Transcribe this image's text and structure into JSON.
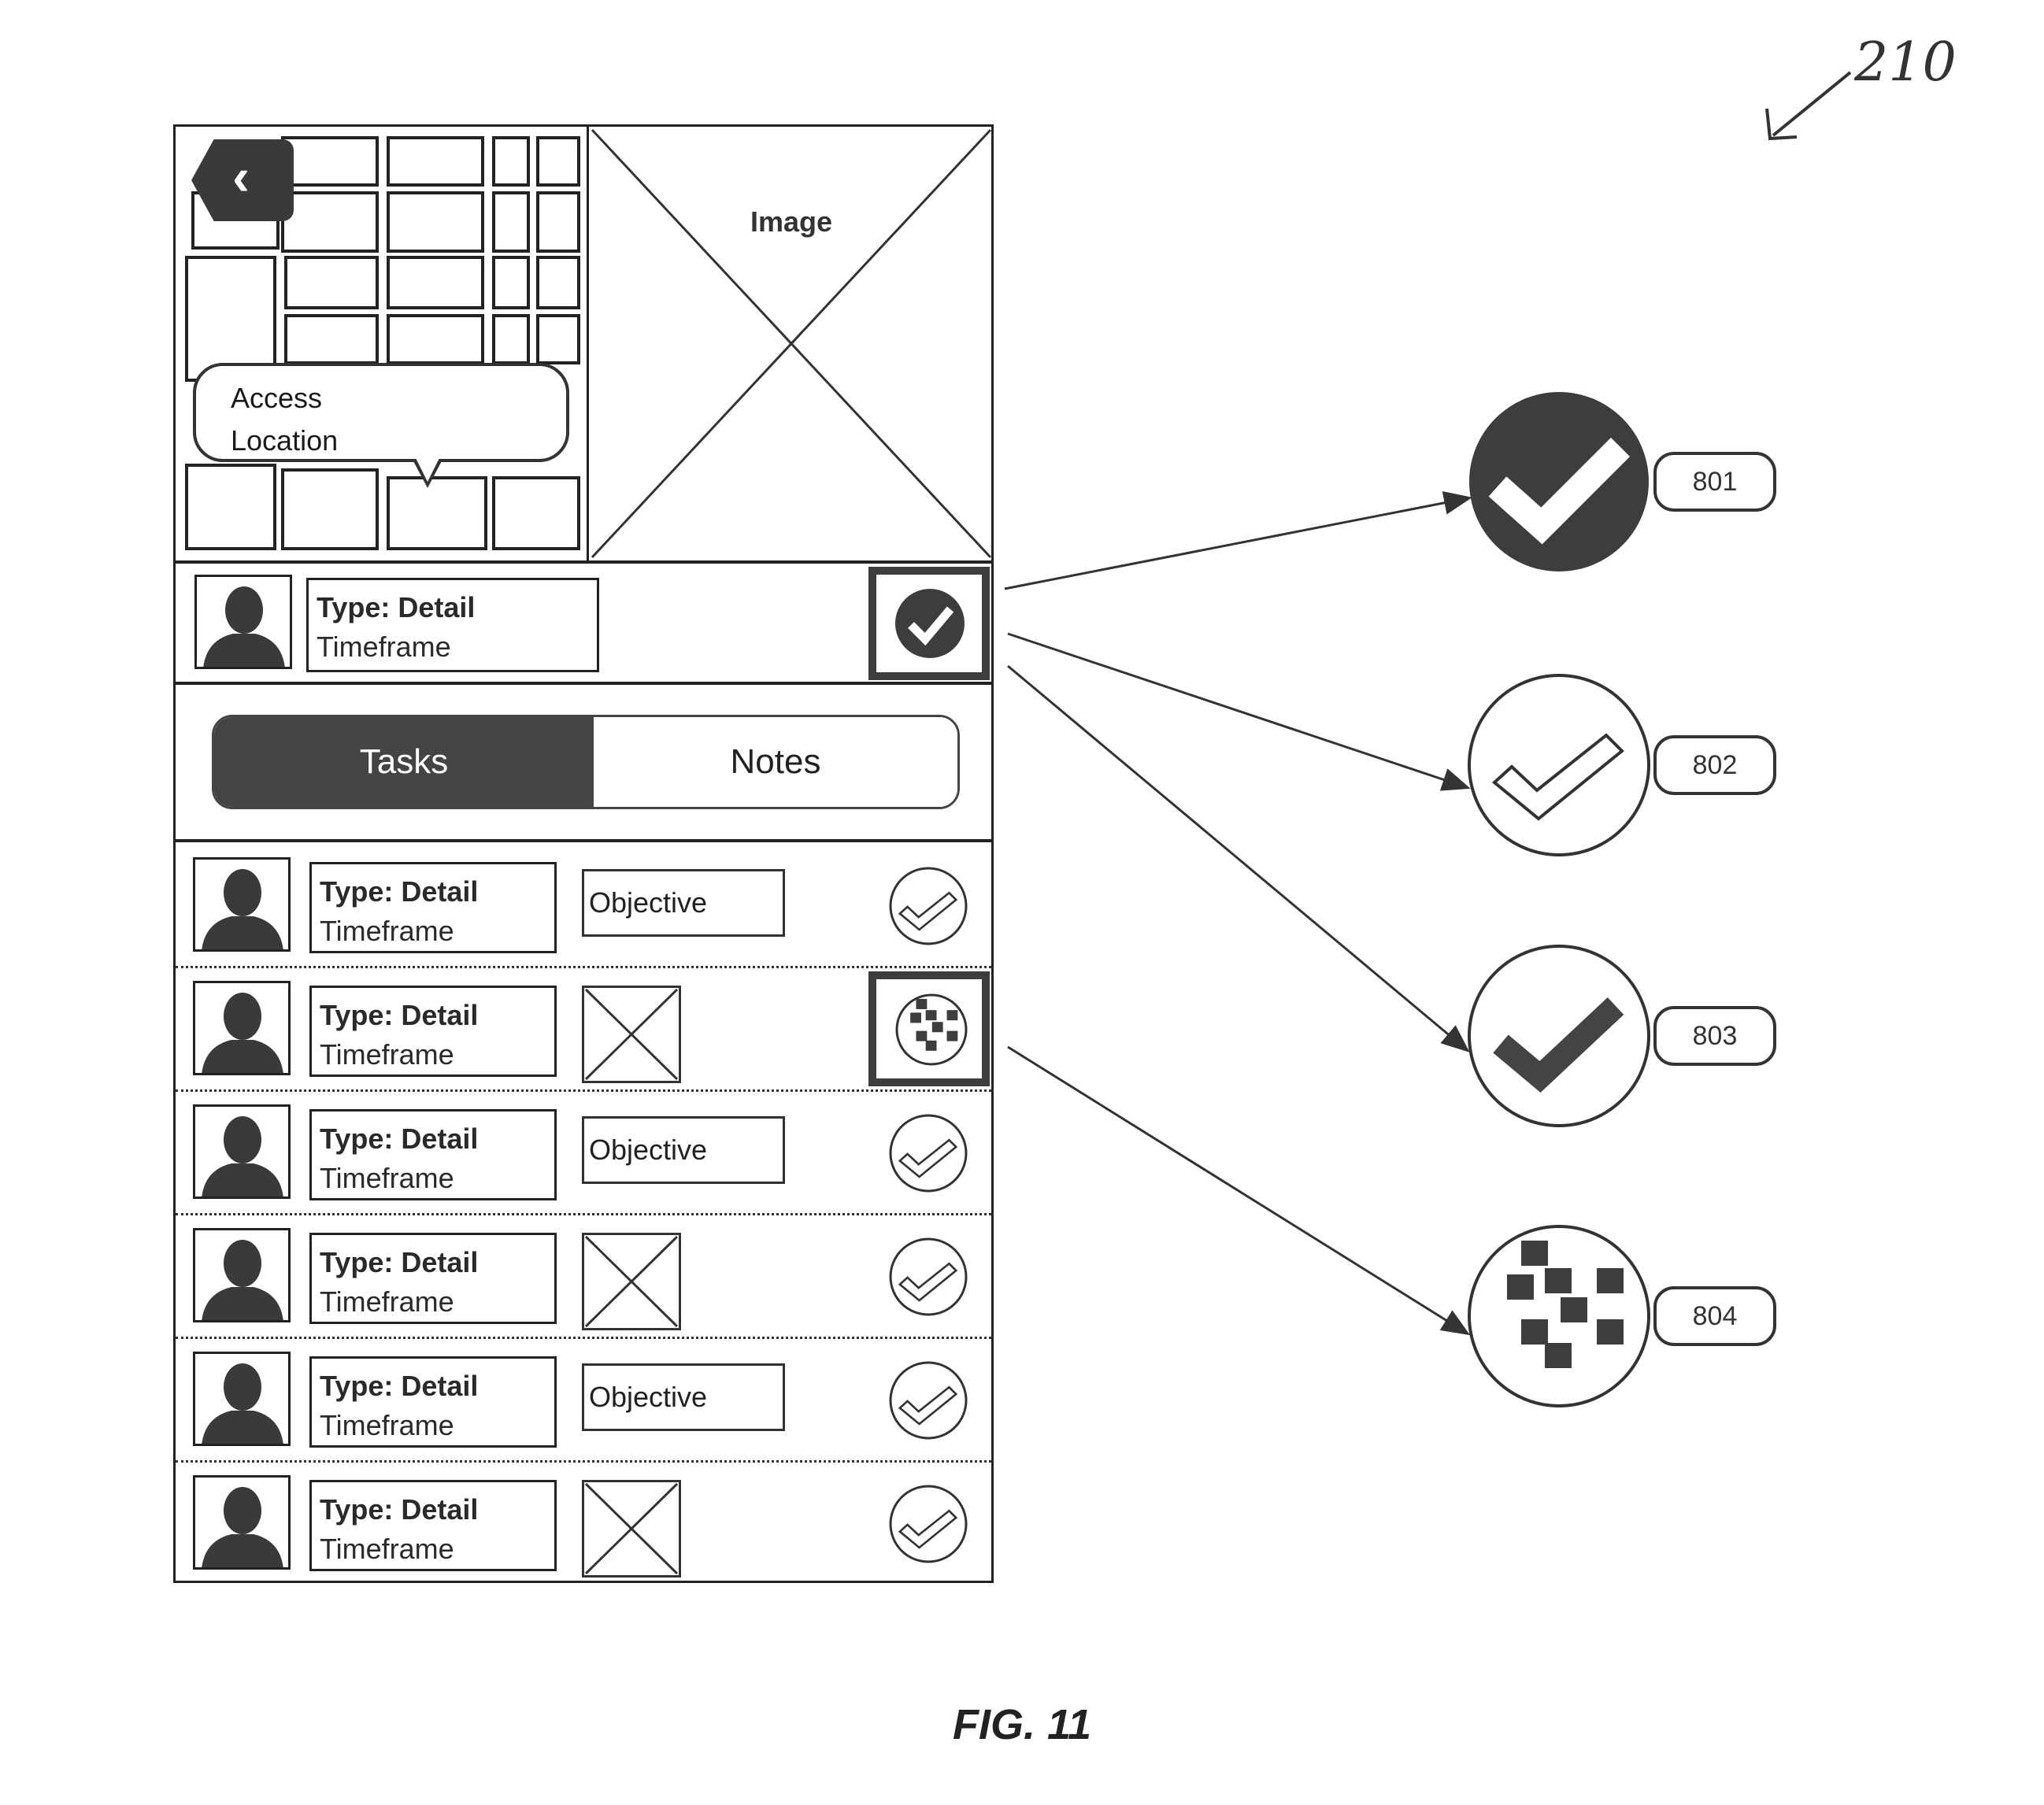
{
  "figure": {
    "reference_number": "210",
    "caption": "FIG. 11"
  },
  "map": {
    "back_button_icon": "chevron-left-icon",
    "callout_line1": "Access",
    "callout_line2": "Location"
  },
  "hero_image": {
    "label": "Image"
  },
  "header_item": {
    "type_label": "Type: Detail",
    "timeframe_label": "Timeframe",
    "status_icon": "check-filled-circle-icon"
  },
  "tabs": {
    "items": [
      {
        "label": "Tasks",
        "selected": true
      },
      {
        "label": "Notes",
        "selected": false
      }
    ]
  },
  "task_list": {
    "rows": [
      {
        "type_label": "Type: Detail",
        "timeframe_label": "Timeframe",
        "attachment": "objective",
        "objective_label": "Objective",
        "status_icon": "check-outline-circle-icon",
        "highlighted": false
      },
      {
        "type_label": "Type: Detail",
        "timeframe_label": "Timeframe",
        "attachment": "image-placeholder",
        "objective_label": "",
        "status_icon": "scatter-squares-circle-icon",
        "highlighted": true
      },
      {
        "type_label": "Type: Detail",
        "timeframe_label": "Timeframe",
        "attachment": "objective",
        "objective_label": "Objective",
        "status_icon": "check-outline-circle-icon",
        "highlighted": false
      },
      {
        "type_label": "Type: Detail",
        "timeframe_label": "Timeframe",
        "attachment": "image-placeholder",
        "objective_label": "",
        "status_icon": "check-outline-circle-icon",
        "highlighted": false
      },
      {
        "type_label": "Type: Detail",
        "timeframe_label": "Timeframe",
        "attachment": "objective",
        "objective_label": "Objective",
        "status_icon": "check-outline-circle-icon",
        "highlighted": false
      },
      {
        "type_label": "Type: Detail",
        "timeframe_label": "Timeframe",
        "attachment": "image-placeholder",
        "objective_label": "",
        "status_icon": "check-outline-circle-icon",
        "highlighted": false
      }
    ]
  },
  "callouts": [
    {
      "label": "801",
      "icon": "check-filled-circle-icon",
      "points_to": "header-item-status"
    },
    {
      "label": "802",
      "icon": "check-outline-circle-icon",
      "points_to": "header-item-status"
    },
    {
      "label": "803",
      "icon": "check-bold-circle-icon",
      "points_to": "header-item-status"
    },
    {
      "label": "804",
      "icon": "scatter-squares-circle-icon",
      "points_to": "task-row-2-status"
    }
  ],
  "colors": {
    "line": "#222222",
    "fill_dark": "#3d3d3d",
    "background": "#ffffff"
  }
}
